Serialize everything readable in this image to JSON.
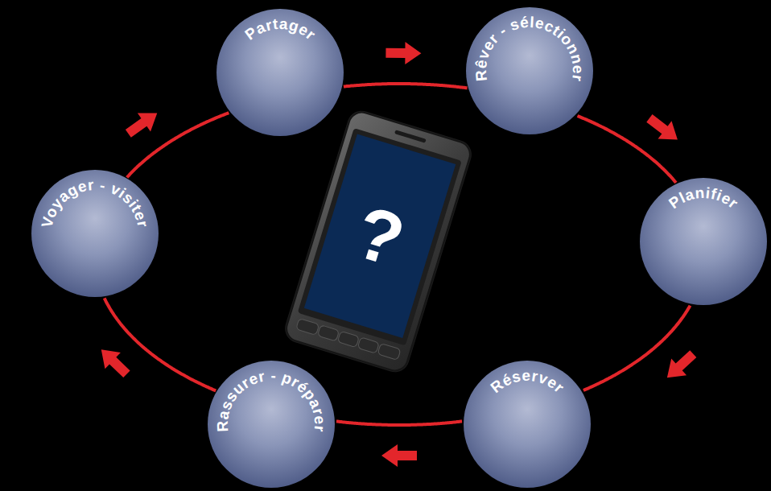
{
  "diagram": {
    "nodes": [
      {
        "text": [
          "Partager"
        ]
      },
      {
        "text": [
          "Rêver - sélectionner"
        ]
      },
      {
        "text": [
          "Planifier"
        ]
      },
      {
        "text": [
          "Réserver"
        ]
      },
      {
        "text": [
          "Rassurer - préparer"
        ]
      },
      {
        "text": [
          "Voyager - visiter"
        ]
      }
    ],
    "edges": [
      {
        "from": 0,
        "to": 1,
        "arrow": "to"
      },
      {
        "from": 1,
        "to": 2,
        "arrow": "to"
      },
      {
        "from": 2,
        "to": 3,
        "arrow": "to"
      },
      {
        "from": 3,
        "to": 4,
        "arrow": "to"
      },
      {
        "from": 4,
        "to": 5,
        "arrow": "to"
      },
      {
        "from": 5,
        "to": 0,
        "arrow": "to"
      }
    ],
    "labels": [
      "?"
    ]
  }
}
